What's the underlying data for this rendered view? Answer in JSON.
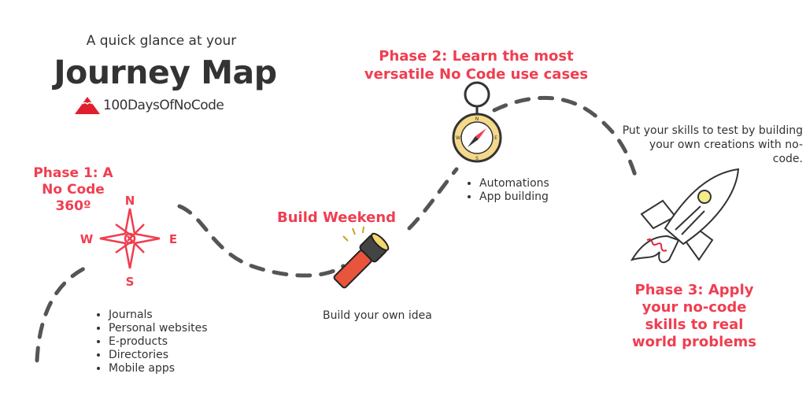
{
  "header": {
    "subtitle": "A quick glance at your",
    "title": "Journey Map",
    "brand": "100DaysOfNoCode"
  },
  "phase1": {
    "title": "Phase 1: A No Code 360º",
    "items": [
      "Journals",
      "Personal websites",
      "E-products",
      "Directories",
      "Mobile apps"
    ],
    "compass_labels": {
      "n": "N",
      "s": "S",
      "e": "E",
      "w": "W"
    }
  },
  "build_weekend": {
    "title": "Build Weekend",
    "description": "Build your own idea"
  },
  "phase2": {
    "title": "Phase 2: Learn the most versatile No Code use cases",
    "items": [
      "Automations",
      "App building"
    ],
    "compass_labels": {
      "n": "N",
      "s": "S",
      "e": "E",
      "w": "W"
    }
  },
  "phase3": {
    "title": "Phase 3:  Apply your no-code skills to real world problems",
    "description": "Put your skills to test by building your own creations with no-code."
  },
  "colors": {
    "accent": "#f03e50",
    "text": "#333333",
    "path": "#555555"
  }
}
